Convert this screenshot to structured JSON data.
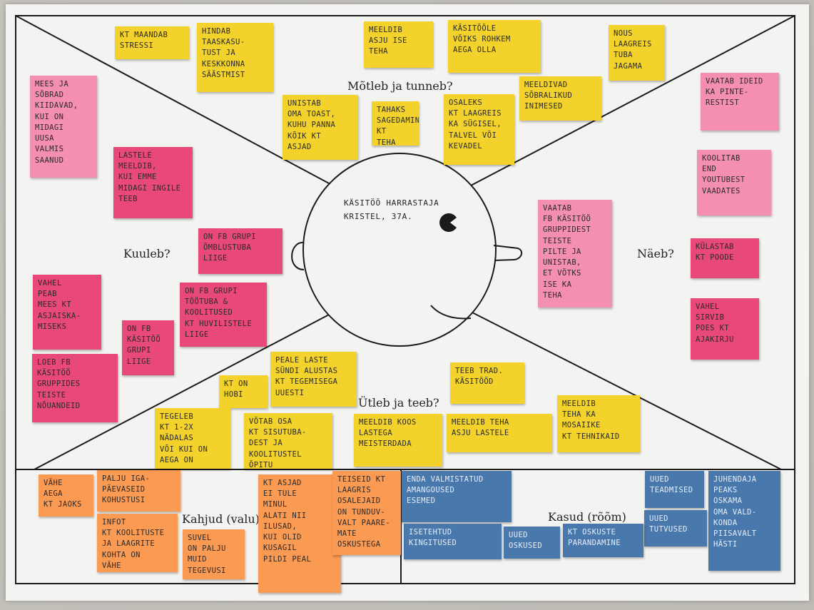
{
  "labels": {
    "thinks_feels": "Mõtleb ja tunneb?",
    "hears": "Kuuleb?",
    "sees": "Näeb?",
    "says_does": "Ütleb ja teeb?",
    "pains": "Kahjud (valu)",
    "gains": "Kasud (rõõm)"
  },
  "head": {
    "title": "Käsitöö harrastaja\nKristel, 37a."
  },
  "notes": [
    {
      "id": "t1",
      "color": "y",
      "text": "KT maandab\nstressi"
    },
    {
      "id": "t2",
      "color": "y",
      "text": "Hindab\ntaaskasu-\ntust ja\nkeskkonna\nsäästmist"
    },
    {
      "id": "t3",
      "color": "y",
      "text": "Meeldib\nasju ise\nteha"
    },
    {
      "id": "t4",
      "color": "y",
      "text": "Käsitööle\nvõiks rohkem\naega olla"
    },
    {
      "id": "t5",
      "color": "y",
      "text": "Nous\nlaagreis\ntuba\njagama"
    },
    {
      "id": "t6",
      "color": "y",
      "text": "Unistab\noma toast,\nkuhu panna\nkõik KT\nasjad"
    },
    {
      "id": "t7",
      "color": "y",
      "text": "Tahaks\nsagedamini\nKT\nteha"
    },
    {
      "id": "t8",
      "color": "y",
      "text": "Osaleks\nKT laagreis\nka sügisel,\ntalvel või\nkevadel"
    },
    {
      "id": "t9",
      "color": "y",
      "text": "Meeldivad\nsõbralikud\ninimesed"
    },
    {
      "id": "h1",
      "color": "pk",
      "text": "Mees ja\nsõbrad\nkiidavad,\nkui on\nmidagi\nuusa\nvalmis\nsaanud"
    },
    {
      "id": "h2",
      "color": "mg",
      "text": "Lastele\nmeeldib,\nkui emme\nmidagi ingile\nteeb"
    },
    {
      "id": "h3",
      "color": "mg",
      "text": "On FB grupi\nõmblustuba\nliige"
    },
    {
      "id": "h4",
      "color": "mg",
      "text": "Vahel\npeab\nmees KT\nasjaiska-\nmiseks"
    },
    {
      "id": "h5",
      "color": "mg",
      "text": "On FB grupi\ntöötuba &\nkoolitused\nKT huvilistele\nliige"
    },
    {
      "id": "h6",
      "color": "mg",
      "text": "On FB\nkäsitöö\ngrupi\nliige"
    },
    {
      "id": "h7",
      "color": "mg",
      "text": "Loeb FB\nkäsitöö\ngruppides\nteiste\nnõuandeid"
    },
    {
      "id": "s1",
      "color": "pk",
      "text": "Vaatab ideid\nka pinte-\nrestist"
    },
    {
      "id": "s2",
      "color": "pk",
      "text": "Koolitab\nend\nYoutubest\nvaadates"
    },
    {
      "id": "s3",
      "color": "pk",
      "text": "Vaatab\nFB käsitöö\ngruppidest\nteiste\npilte ja\nunistab,\net võtks\nise ka\nteha"
    },
    {
      "id": "s4",
      "color": "mg",
      "text": "Külastab\nKT poode"
    },
    {
      "id": "s5",
      "color": "mg",
      "text": "Vahel\nsirvib\npoes KT\najakirju"
    },
    {
      "id": "d1",
      "color": "y",
      "text": "KT on\nhobi"
    },
    {
      "id": "d2",
      "color": "y",
      "text": "Peale laste\nsündi alustas\nKT tegemisega\nuuesti"
    },
    {
      "id": "d3",
      "color": "y",
      "text": "Teeb trad.\nkäsitööd"
    },
    {
      "id": "d4",
      "color": "y",
      "text": "Tegeleb\nKT 1-2x\nnädalas\nvõi kui on\naega on"
    },
    {
      "id": "d5",
      "color": "y",
      "text": "Võtab osa\nKT sisutuba-\ndest ja koolitustel\nõpitu"
    },
    {
      "id": "d6",
      "color": "y",
      "text": "Meeldib koos\nlastega\nmeisterdada"
    },
    {
      "id": "d7",
      "color": "y",
      "text": "Meeldib teha\nasju lastele"
    },
    {
      "id": "d8",
      "color": "y",
      "text": "Meeldib\nteha ka\nmosaiike\nKT tehnikaid"
    },
    {
      "id": "p1",
      "color": "or",
      "text": "Vähe\naega\nKT jaoks"
    },
    {
      "id": "p2",
      "color": "or",
      "text": "Palju iga-\npäevaseid\nkohustusi"
    },
    {
      "id": "p3",
      "color": "or",
      "text": "Infot\nKT koolituste\nja laagrite\nkohta on\nvähe"
    },
    {
      "id": "p4",
      "color": "or",
      "text": "Suvel\non palju\nmuid\ntegevusi"
    },
    {
      "id": "p5",
      "color": "or",
      "text": "KT asjad\nei tule\nminul\nalati nii\nilusad,\nkui olid\nkusagil\npildi peal"
    },
    {
      "id": "p6",
      "color": "or",
      "text": "Teiseid KT\nlaagris\nosalejaid\non tunduv-\nvalt paare-\nmate\noskustega"
    },
    {
      "id": "g1",
      "color": "bl",
      "text": "Enda valmistatud\namangoused\nesemed"
    },
    {
      "id": "g2",
      "color": "bl",
      "text": "Uued\nteadmised"
    },
    {
      "id": "g3",
      "color": "bl",
      "text": "Uued\ntutvused"
    },
    {
      "id": "g4",
      "color": "bl",
      "text": "Juhendaja\npeaks\noskama\noma vald-\nkonda\npiisavalt\nhästi"
    },
    {
      "id": "g5",
      "color": "bl",
      "text": "Isetehtud\nkingitused"
    },
    {
      "id": "g6",
      "color": "bl",
      "text": "Uued\noskused"
    },
    {
      "id": "g7",
      "color": "bl",
      "text": "KT oskuste\nparandamine"
    }
  ]
}
